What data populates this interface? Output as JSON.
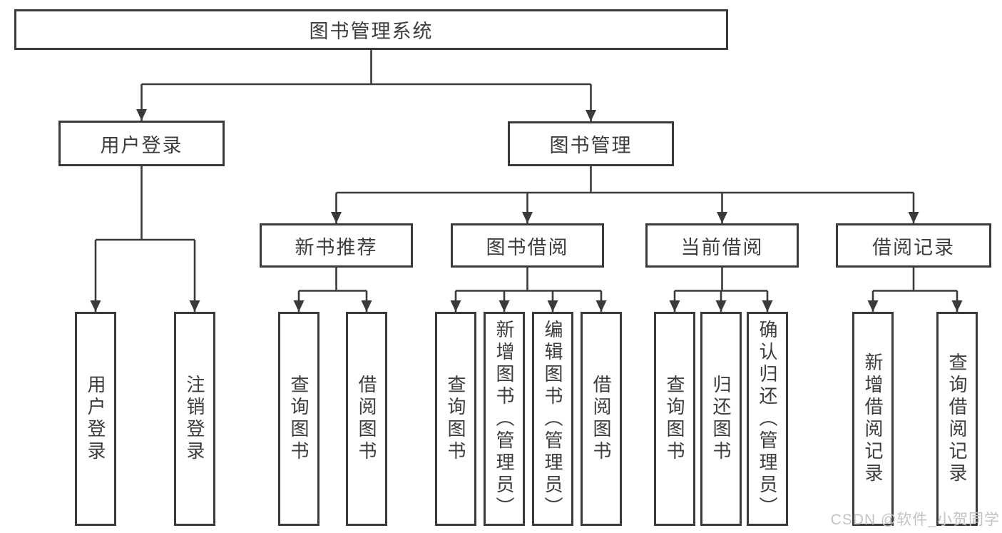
{
  "diagram": {
    "type": "hierarchy-tree",
    "colors": {
      "line": "#3a3a3a",
      "box_border": "#3a3a3a",
      "box_background": "#ffffff",
      "text": "#3d3d3d",
      "watermark": "#c3c3c3"
    },
    "nodes": {
      "root": "图书管理系统",
      "user_login": "用户登录",
      "book_mgmt": "图书管理",
      "new_book_rec": "新书推荐",
      "book_borrow": "图书借阅",
      "current_borrow": "当前借阅",
      "borrow_records": "借阅记录",
      "leaf_user_login": "用户登录",
      "leaf_logout": "注销登录",
      "leaf_nr_query": "查询图书",
      "leaf_nr_borrow": "借阅图书",
      "leaf_bb_query": "查询图书",
      "leaf_bb_add": "新增图书（管理员）",
      "leaf_bb_edit": "编辑图书（管理员）",
      "leaf_bb_borrow": "借阅图书",
      "leaf_cb_query": "查询图书",
      "leaf_cb_return": "归还图书",
      "leaf_cb_confirm": "确认归还（管理员）",
      "leaf_br_add": "新增借阅记录",
      "leaf_br_query": "查询借阅记录"
    },
    "hierarchy": {
      "图书管理系统": {
        "用户登录": [
          "用户登录",
          "注销登录"
        ],
        "图书管理": {
          "新书推荐": [
            "查询图书",
            "借阅图书"
          ],
          "图书借阅": [
            "查询图书",
            "新增图书（管理员）",
            "编辑图书（管理员）",
            "借阅图书"
          ],
          "当前借阅": [
            "查询图书",
            "归还图书",
            "确认归还（管理员）"
          ],
          "借阅记录": [
            "新增借阅记录",
            "查询借阅记录"
          ]
        }
      }
    },
    "watermark": "CSDN @软件_小贺同学"
  }
}
